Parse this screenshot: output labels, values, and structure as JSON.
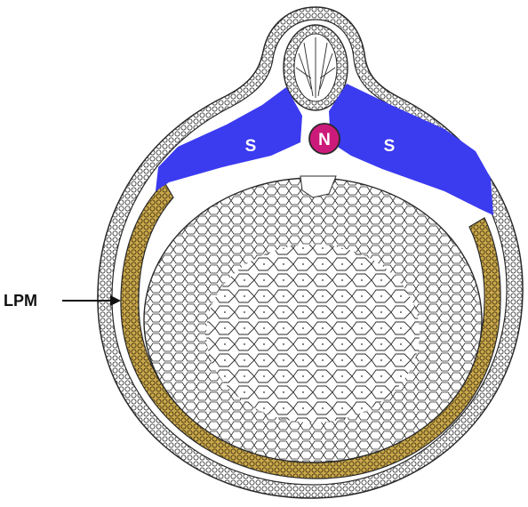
{
  "labels": {
    "somite": "S",
    "notochord": "N",
    "lateral_plate_mesoderm": "LPM"
  },
  "colors": {
    "somite_fill": "#3b3bf0",
    "notochord_fill": "#cc1a7a",
    "lpm_fill": "#c9a84a",
    "cell_outline": "#2a2a2a",
    "background": "#ffffff"
  }
}
